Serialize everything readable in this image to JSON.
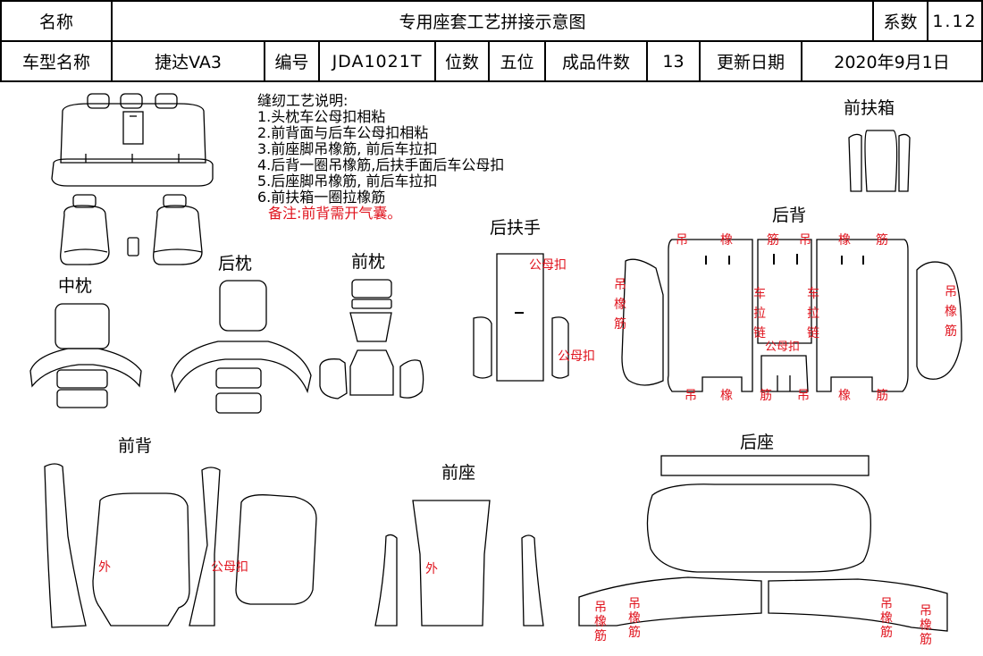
{
  "header": {
    "row1": {
      "name_label": "名称",
      "title": "专用座套工艺拼接示意图",
      "coef_label": "系数",
      "coef_value": "1.12"
    },
    "row2": {
      "model_label": "车型名称",
      "model_value": "捷达VA3",
      "code_label": "编号",
      "code_value": "JDA1021T",
      "seats_label": "位数",
      "seats_value": "五位",
      "pieces_label": "成品件数",
      "pieces_value": "13",
      "date_label": "更新日期",
      "date_value": "2020年9月1日"
    }
  },
  "notes": {
    "title": "缝纫工艺说明:",
    "items": [
      "1.头枕车公母扣相粘",
      "2.前背面与后车公母扣相粘",
      "3.前座脚吊橡筋, 前后车拉扣",
      "4.后背一圈吊橡筋,后扶手面后车公母扣",
      "5.后座脚吊橡筋, 前后车拉扣",
      "6.前扶箱一圈拉橡筋"
    ],
    "remark": "备注:前背需开气囊。"
  },
  "sections": {
    "center_pillow": "中枕",
    "rear_pillow": "后枕",
    "front_pillow": "前枕",
    "rear_armrest": "后扶手",
    "front_box": "前扶箱",
    "rear_back": "后背",
    "front_back": "前背",
    "front_seat": "前座",
    "rear_seat": "后座"
  },
  "annotations": {
    "snap": "公母扣",
    "hang_elastic": "吊橡筋",
    "hang": "吊",
    "elastic": "橡",
    "tendon": "筋",
    "zipper": "车拉链",
    "outer": "外"
  },
  "colors": {
    "line": "#000000",
    "annotation_red": "#e0141e"
  }
}
